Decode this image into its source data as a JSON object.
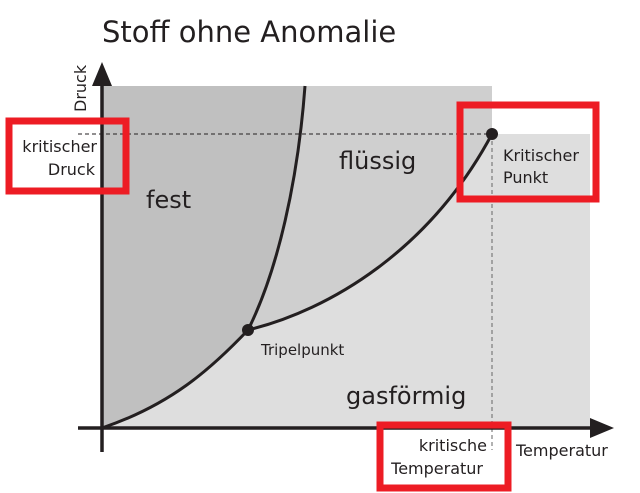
{
  "title": "Stoff ohne Anomalie",
  "axes": {
    "y_label": "Druck",
    "x_label": "Temperatur"
  },
  "regions": {
    "solid": "fest",
    "liquid": "flüssig",
    "gas": "gasförmig"
  },
  "points": {
    "triple": "Tripelpunkt",
    "critical_line1": "Kritischer",
    "critical_line2": "Punkt"
  },
  "critical_pressure": {
    "line1": "kritischer",
    "line2": "Druck"
  },
  "critical_temperature": {
    "line1": "kritische",
    "line2": "Temperatur"
  },
  "colors": {
    "solid": "#c0c0c0",
    "liquid": "#cfcfcf",
    "gas": "#dedede",
    "highlight": "#ed1c24",
    "ink": "#231f20"
  }
}
